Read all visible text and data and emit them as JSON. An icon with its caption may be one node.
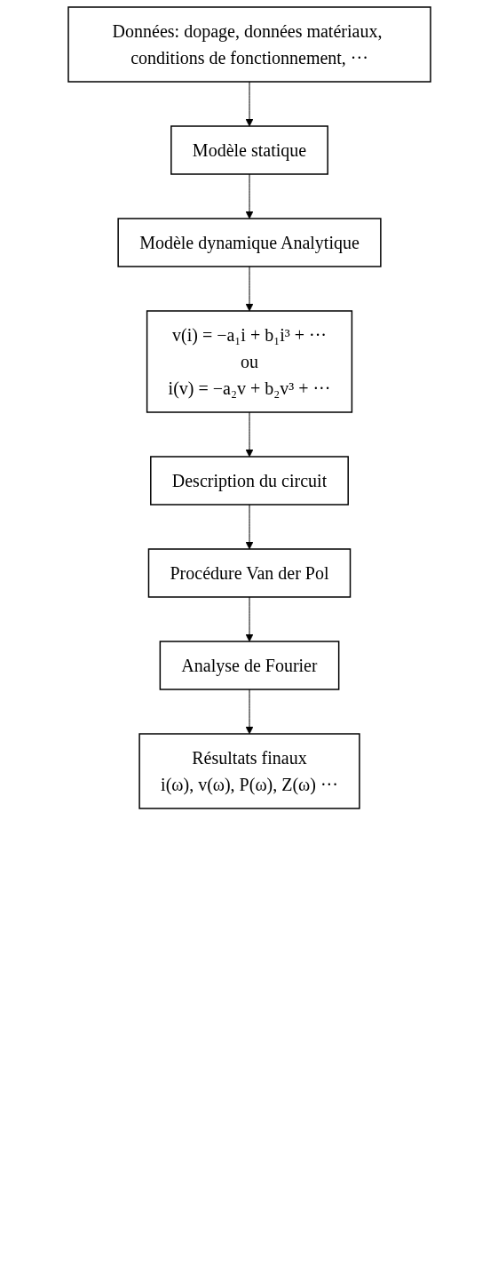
{
  "diagram": {
    "nodes": [
      {
        "text": [
          "Données: dopage, données matériaux, conditions de fonctionnement, ···"
        ]
      },
      {
        "text": [
          "Modèle statique"
        ]
      },
      {
        "text": [
          "Modèle dynamique Analytique"
        ]
      },
      {
        "text": [
          "v(i) = −a₁i + b₁i³ + ···",
          "ou",
          "i(v) = −a₂v + b₂v³ + ···"
        ]
      },
      {
        "text": [
          "Description du circuit"
        ]
      },
      {
        "text": [
          "Procédure Van der Pol"
        ]
      },
      {
        "text": [
          "Analyse de Fourier"
        ]
      },
      {
        "text": [
          "Résultats finaux",
          "i(ω), v(ω), P(ω), Z(ω) ···"
        ]
      }
    ],
    "edges": [
      {
        "from": 0,
        "to": 1,
        "arrow": "to"
      },
      {
        "from": 1,
        "to": 2,
        "arrow": "to"
      },
      {
        "from": 2,
        "to": 3,
        "arrow": "to"
      },
      {
        "from": 3,
        "to": 4,
        "arrow": "to"
      },
      {
        "from": 4,
        "to": 5,
        "arrow": "to"
      },
      {
        "from": 5,
        "to": 6,
        "arrow": "to"
      },
      {
        "from": 6,
        "to": 7,
        "arrow": "to"
      }
    ]
  }
}
